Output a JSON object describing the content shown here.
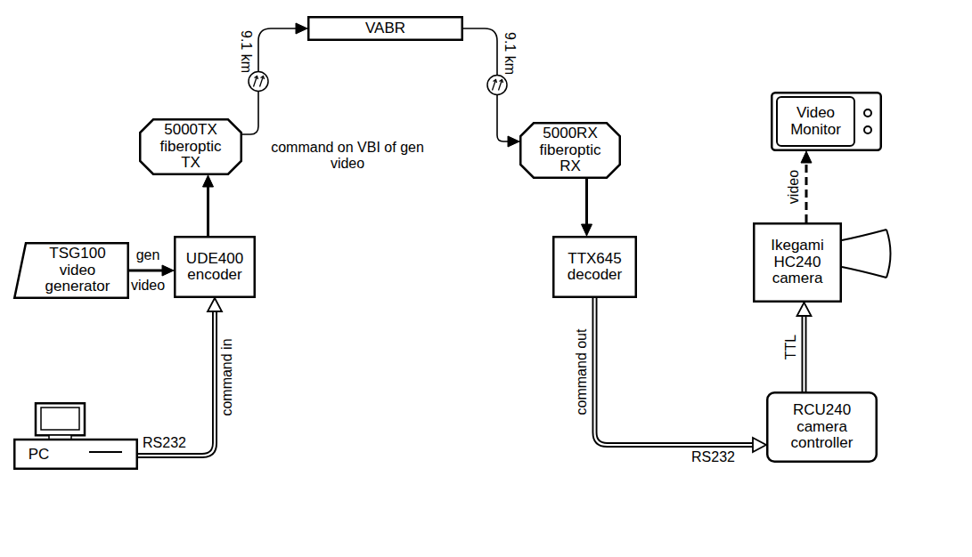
{
  "diagram": {
    "nodes": [
      {
        "text": [
          "VABR"
        ]
      },
      {
        "text": [
          "5000TX fiberoptic TX"
        ]
      },
      {
        "text": [
          "5000RX fiberoptic RX"
        ]
      },
      {
        "text": [
          "Video Monitor"
        ]
      },
      {
        "text": [
          "Ikegami HC240 camera"
        ]
      },
      {
        "text": [
          "TSG100 video generator"
        ]
      },
      {
        "text": [
          "UDE400 encoder"
        ]
      },
      {
        "text": [
          "TTX645 decoder"
        ]
      },
      {
        "text": [
          "RCU240 camera controller"
        ]
      },
      {
        "text": [
          "PC"
        ]
      }
    ],
    "edges": [
      {
        "from": 1,
        "to": 0,
        "label": "9.1 km",
        "arrow": "to"
      },
      {
        "from": 0,
        "to": 2,
        "label": "9.1 km",
        "arrow": "to"
      },
      {
        "from": 5,
        "to": 6,
        "label": "gen video",
        "arrow": "to"
      },
      {
        "from": 6,
        "to": 1,
        "arrow": "to"
      },
      {
        "from": 9,
        "to": 6,
        "label": "command in",
        "arrow": "to"
      },
      {
        "from": 2,
        "to": 7,
        "arrow": "to"
      },
      {
        "from": 7,
        "to": 8,
        "label": "command out",
        "arrow": "to"
      },
      {
        "from": 8,
        "to": 4,
        "label": "TTL",
        "arrow": "to"
      },
      {
        "from": 4,
        "to": 3,
        "label": "video",
        "arrow": "to"
      }
    ],
    "labels": [
      "command on VBI of gen video",
      "RS232",
      "RS232"
    ]
  }
}
